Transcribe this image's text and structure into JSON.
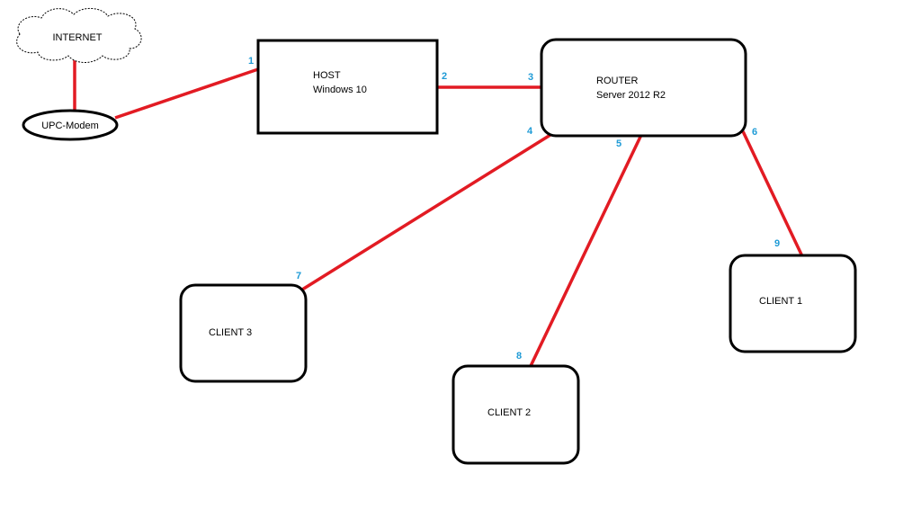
{
  "nodes": {
    "internet": {
      "label": "INTERNET"
    },
    "modem": {
      "label": "UPC-Modem"
    },
    "host": {
      "title": "HOST",
      "subtitle": "Windows 10"
    },
    "router": {
      "title": "ROUTER",
      "subtitle": "Server 2012 R2"
    },
    "client1": {
      "label": "CLIENT 1"
    },
    "client2": {
      "label": "CLIENT 2"
    },
    "client3": {
      "label": "CLIENT 3"
    }
  },
  "ports": [
    "1",
    "2",
    "3",
    "4",
    "5",
    "6",
    "7",
    "8",
    "9"
  ],
  "links": [
    {
      "from": "internet",
      "to": "modem"
    },
    {
      "from": "modem",
      "to": "host",
      "to_port": "1"
    },
    {
      "from": "host",
      "to": "router",
      "from_port": "2",
      "to_port": "3"
    },
    {
      "from": "router",
      "to": "client3",
      "from_port": "4",
      "to_port": "7"
    },
    {
      "from": "router",
      "to": "client2",
      "from_port": "5",
      "to_port": "8"
    },
    {
      "from": "router",
      "to": "client1",
      "from_port": "6",
      "to_port": "9"
    }
  ],
  "colors": {
    "link": "#e21b23",
    "port_number": "#1f9bd6",
    "outline": "#000000"
  }
}
